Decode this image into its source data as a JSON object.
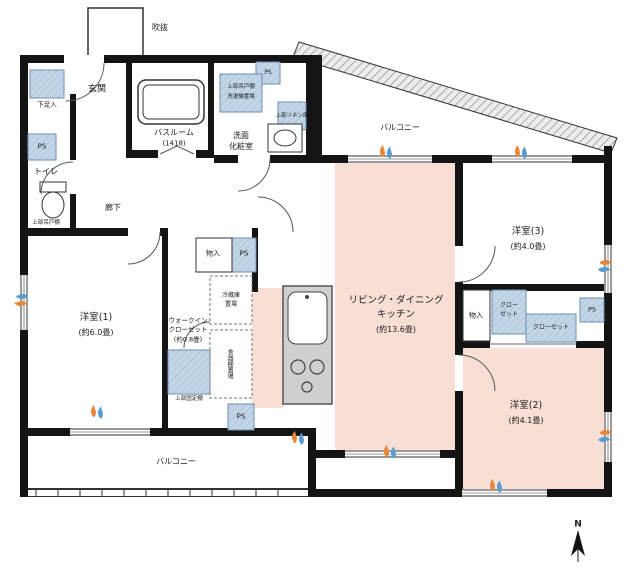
{
  "floorplan": {
    "atrium": "吹抜",
    "entrance": {
      "genkan": "玄関",
      "shoe_box": "下足入"
    },
    "ps": "PS",
    "toilet": {
      "name": "トイレ",
      "upper_cabinet": "上部吊戸棚"
    },
    "bath": {
      "name": "バスルーム",
      "size": "(1418)"
    },
    "washroom": {
      "line1": "洗面",
      "line2": "化粧室",
      "upper_cabinet": "上部吊戸棚",
      "washer": "洗濯機置場",
      "linen": "上部リネン庫"
    },
    "hallway": "廊下",
    "balcony": "バルコニー",
    "storage": "物入",
    "fridge": {
      "line1": "冷蔵庫",
      "line2": "置場"
    },
    "cupboard": "食器棚置場",
    "wic": {
      "line1": "ウォークイン",
      "line2": "クローゼット",
      "size": "(約0.8畳)",
      "upper_shelf": "上部固定棚"
    },
    "room1": {
      "name": "洋室(1)",
      "size": "(約6.0畳)"
    },
    "ldk": {
      "line1": "リビング・ダイニング",
      "line2": "キッチン",
      "size": "(約13.6畳)"
    },
    "room3": {
      "name": "洋室(3)",
      "size": "(約4.0畳)"
    },
    "closet_small": {
      "line1": "クロー",
      "line2": "ゼット"
    },
    "closet": "クローゼット",
    "room2": {
      "name": "洋室(2)",
      "size": "(約4.1畳)"
    },
    "compass_north": "N",
    "colors": {
      "wall": "#141414",
      "room_pink": "#f8ded4",
      "fixture_blue": "#c3d6e8",
      "vent_orange": "#e8873b",
      "vent_blue": "#5b9bd0"
    }
  }
}
